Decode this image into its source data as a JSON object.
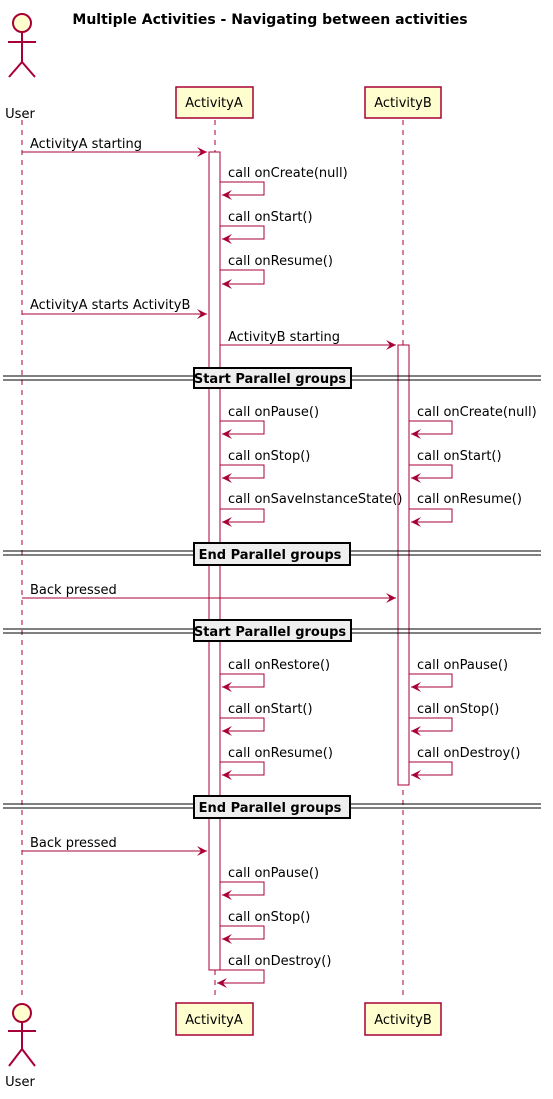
{
  "title": "Multiple Activities - Navigating between activities",
  "participants": {
    "user": "User",
    "a": "ActivityA",
    "b": "ActivityB"
  },
  "messages": {
    "m1": "ActivityA starting",
    "m2": "call onCreate(null)",
    "m3": "call onStart()",
    "m4": "call onResume()",
    "m5": "ActivityA starts ActivityB",
    "m6": "ActivityB starting",
    "m7": "call onPause()",
    "m8": "call onCreate(null)",
    "m9": "call onStop()",
    "m10": "call onStart()",
    "m11": "call onSaveInstanceState()",
    "m12": "call onResume()",
    "m13": "Back pressed",
    "m14": "call onRestore()",
    "m15": "call onPause()",
    "m16": "call onStart()",
    "m17": "call onStop()",
    "m18": "call onResume()",
    "m19": "call onDestroy()",
    "m20": "Back pressed",
    "m21": "call onPause()",
    "m22": "call onStop()",
    "m23": "call onDestroy()"
  },
  "dividers": {
    "d1": "Start Parallel groups",
    "d2": "End Parallel groups",
    "d3": "Start Parallel groups",
    "d4": "End Parallel groups"
  },
  "colors": {
    "line": "#A80036",
    "participant_fill": "#FEFECE",
    "divider_fill": "#EEEEEE"
  }
}
